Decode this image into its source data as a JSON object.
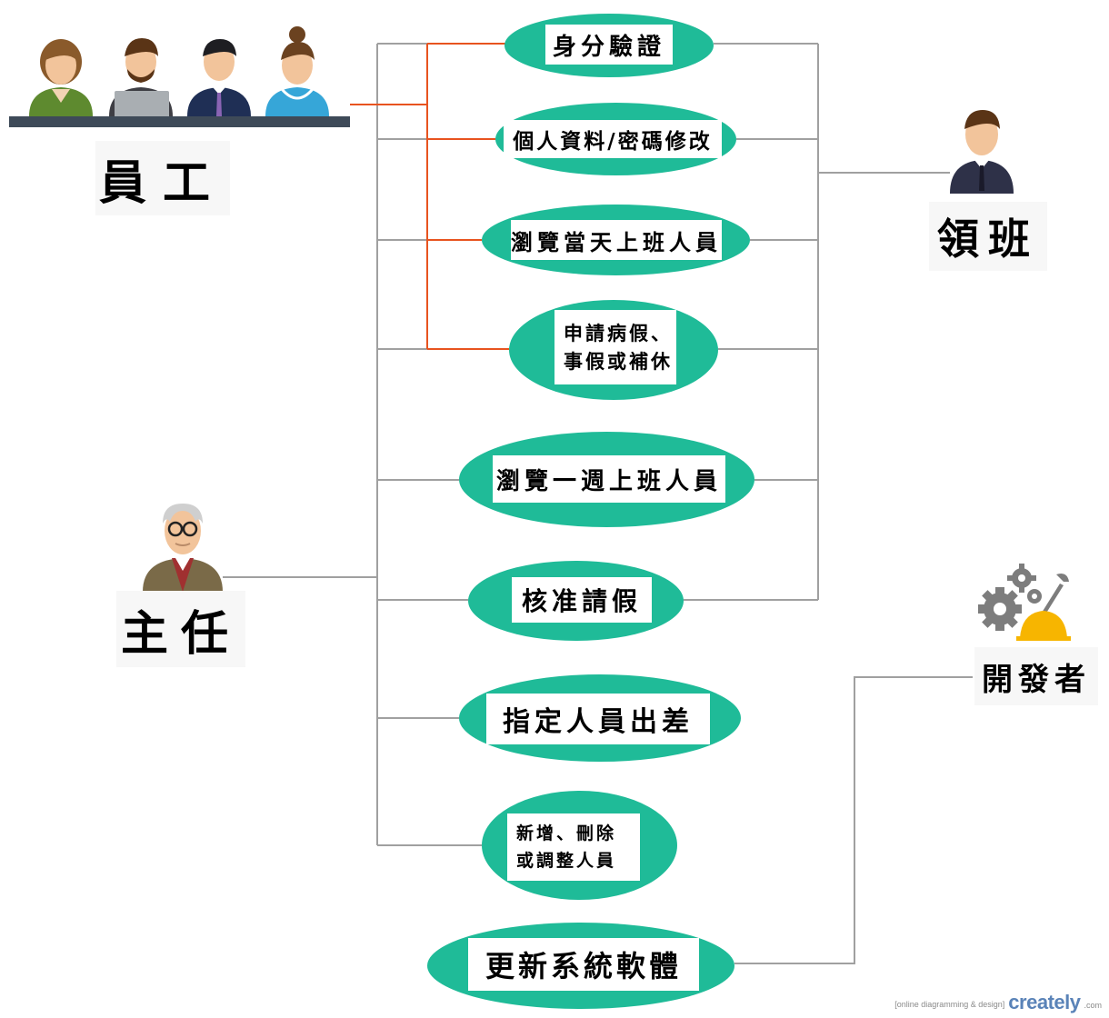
{
  "actors": {
    "employee": "員工",
    "leader": "領班",
    "director": "主任",
    "developer": "開發者"
  },
  "use_cases": {
    "identity_verification": "身分驗證",
    "edit_profile_password": "個人資料/密碼修改",
    "browse_today_staff": "瀏覽當天上班人員",
    "apply_leave": "申請病假、\n事假或補休",
    "browse_week_staff": "瀏覽一週上班人員",
    "approve_leave": "核准請假",
    "assign_business_trip": "指定人員出差",
    "manage_staff": "新增、刪除\n或調整人員",
    "update_software": "更新系統軟體"
  },
  "watermark": {
    "tagline": "[online diagramming & design]",
    "brand": "creately",
    "tld": ".com"
  },
  "colors": {
    "use_case_fill": "#1fbb98",
    "employee_link": "#e8531f",
    "connector": "#a0a0a0"
  }
}
